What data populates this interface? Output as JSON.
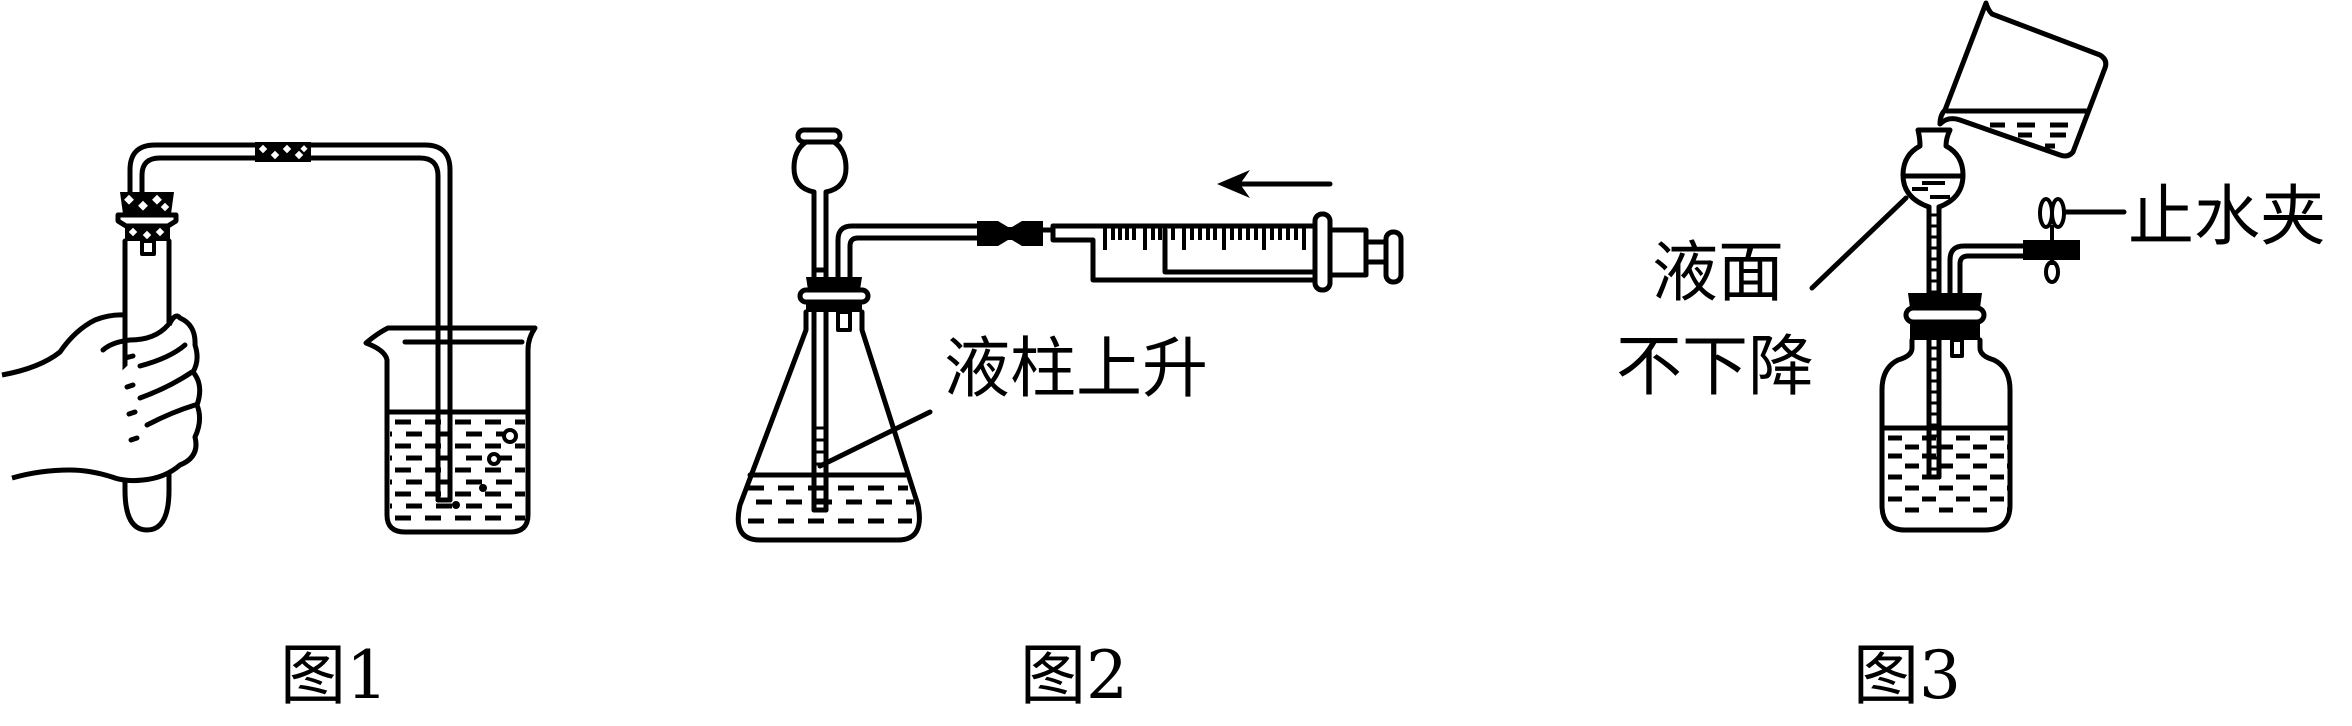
{
  "figures": [
    {
      "id": "fig1",
      "caption": "图1",
      "description": "Hand warming a stoppered test tube connected by bent glass tube (with rubber tubing joint) into a beaker of water; bubbles emerge from tube end"
    },
    {
      "id": "fig2",
      "caption": "图2",
      "annotation": "液柱上升",
      "description": "Conical flask with long-stem funnel and side tube connected to a syringe; plunger pushed in (arrow pointing left); liquid column rises in funnel stem"
    },
    {
      "id": "fig3",
      "caption": "图3",
      "annotation_line1": "液面",
      "annotation_line2": "不下降",
      "clamp_label": "止水夹",
      "description": "Beaker pouring water into a funnel inserted in a stoppered wide-mouth bottle; side tube closed by a water-stop clamp; liquid level in funnel does not fall"
    }
  ],
  "colors": {
    "line": "#000000",
    "background": "#ffffff"
  }
}
